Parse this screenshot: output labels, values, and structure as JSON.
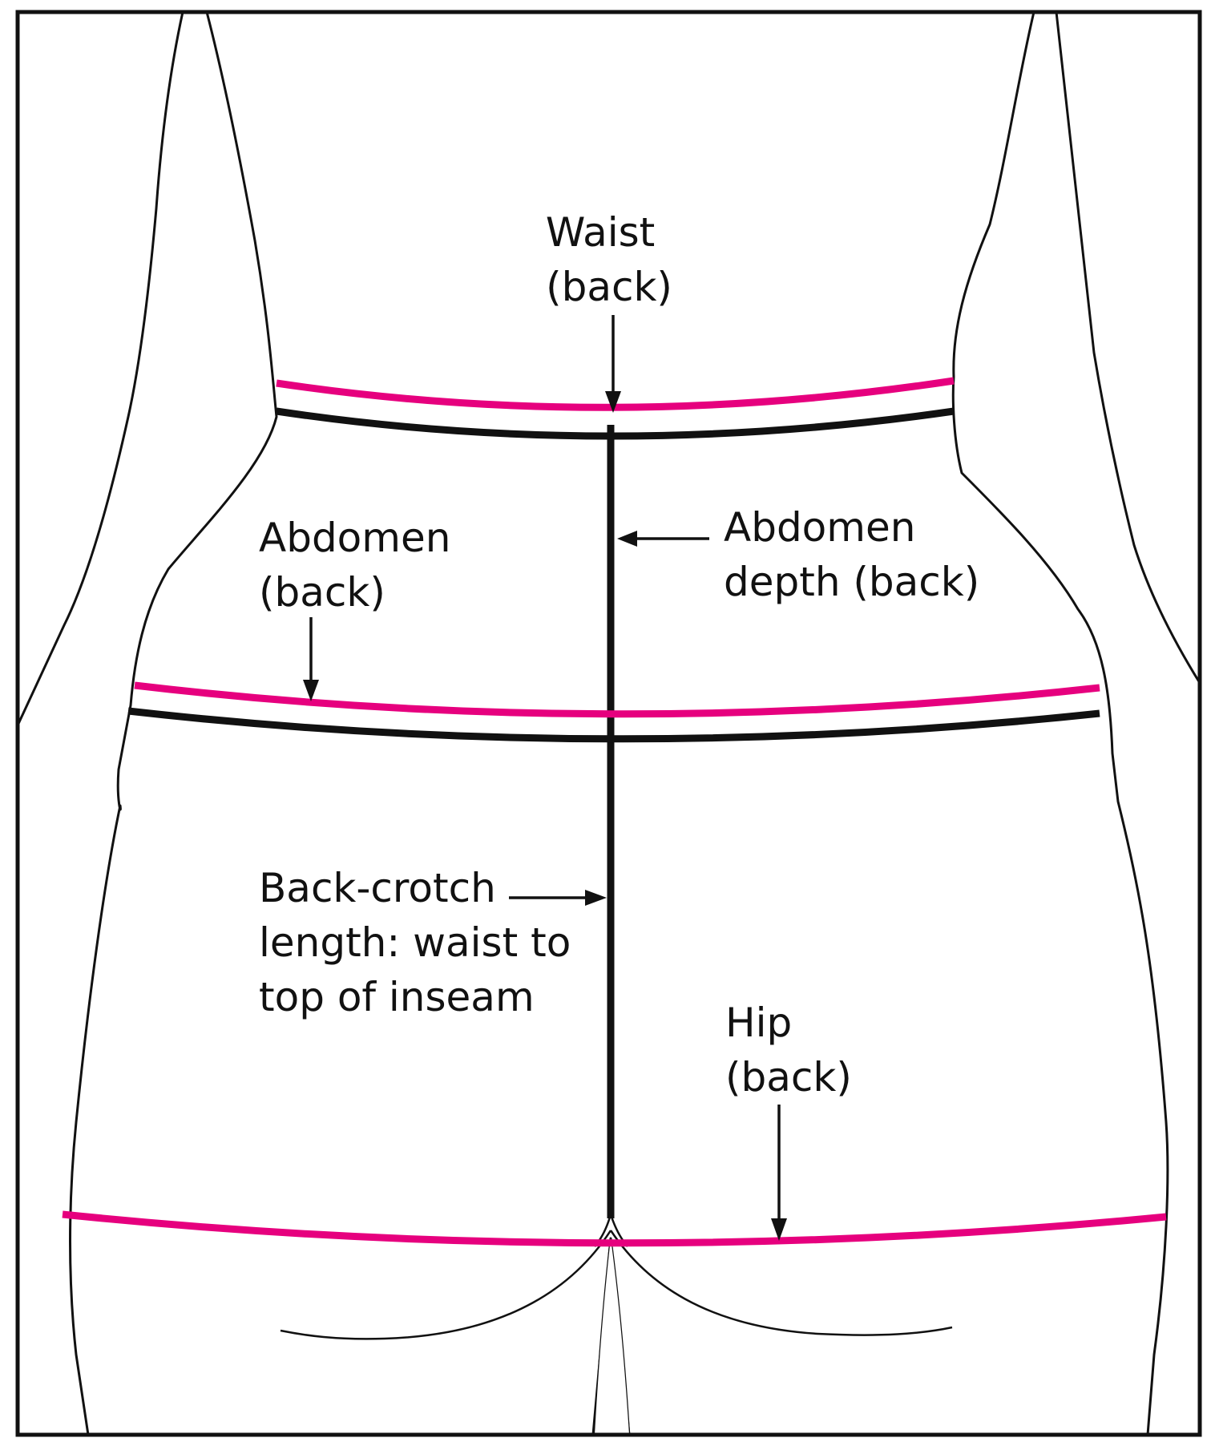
{
  "colors": {
    "body_light": "#d6e6ea",
    "body_dark": "#93c2d6",
    "measure_line": "#e6007e",
    "outline": "#111111",
    "background": "#ffffff"
  },
  "labels": {
    "waist": [
      "Waist",
      "(back)"
    ],
    "abdomen": [
      "Abdomen",
      "(back)"
    ],
    "abdomen_depth": [
      "Abdomen",
      "depth (back)"
    ],
    "back_crotch": [
      "Back-crotch",
      "length: waist to",
      "top of inseam"
    ],
    "hip": [
      "Hip",
      "(back)"
    ]
  }
}
